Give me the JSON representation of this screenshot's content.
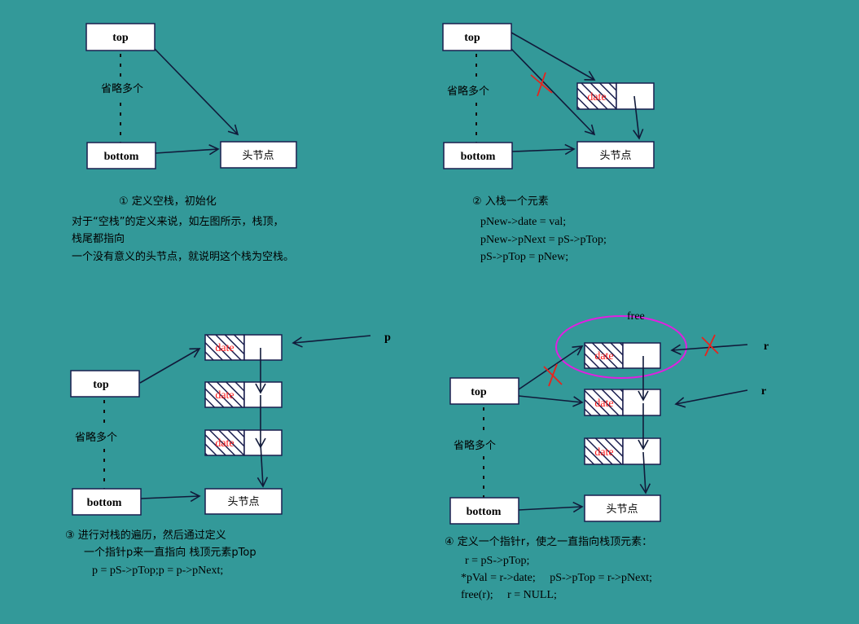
{
  "labels": {
    "top": "top",
    "bottom": "bottom",
    "head": "头节点",
    "date": "date",
    "omit": "省略多个",
    "p": "p",
    "r": "r",
    "free": "free"
  },
  "panel1": {
    "title": "① 定义空栈，初始化",
    "lines": [
      "对于“空栈”的定义来说，如左图所示，栈顶，",
      "栈尾都指向",
      "一个没有意义的头节点，就说明这个栈为空栈。"
    ]
  },
  "panel2": {
    "title": "② 入栈一个元素",
    "lines": [
      "pNew->date = val;",
      "pNew->pNext = pS->pTop;",
      "pS->pTop = pNew;"
    ]
  },
  "panel3": {
    "title": "③ 进行对栈的遍历，然后通过定义",
    "lines": [
      "一个指针p来一直指向 栈顶元素pTop",
      "p = pS->pTop;p = p->pNext;"
    ]
  },
  "panel4": {
    "title": "④ 定义一个指针r，使之一直指向栈顶元素：",
    "lines": [
      "r = pS->pTop;",
      "*pVal = r->date;     pS->pTop = r->pNext;",
      "free(r);     r = NULL;"
    ]
  },
  "colors": {
    "background": "#339999",
    "cross": "#e8231c",
    "ellipse": "#e020e0",
    "date": "#ff1a1a"
  }
}
